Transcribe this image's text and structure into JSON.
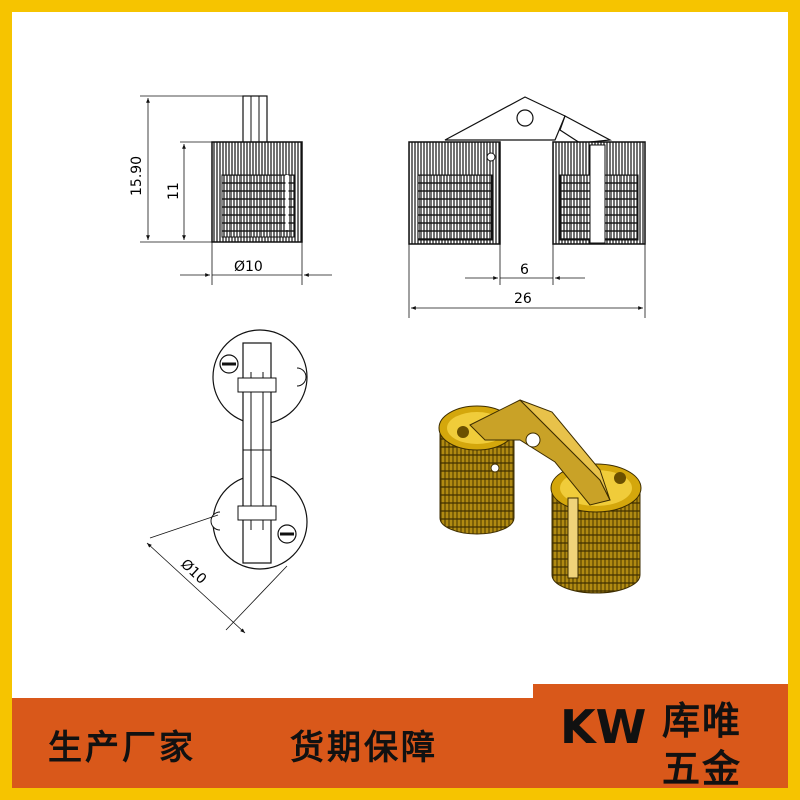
{
  "drawing": {
    "front_view": {
      "height_total": "15.90",
      "height_body": "11",
      "diameter": "Ø10"
    },
    "side_view": {
      "gap": "6",
      "width_total": "26"
    },
    "top_view": {
      "diameter": "Ø10"
    }
  },
  "banner": {
    "slogan_left": "生产厂家",
    "slogan_right": "货期保障",
    "brand_code": "KW",
    "brand_name_line1": "库唯",
    "brand_name_line2": "五金"
  },
  "colors": {
    "frame": "#f6c400",
    "banner": "#d9581a",
    "brass": "#c9a227"
  }
}
